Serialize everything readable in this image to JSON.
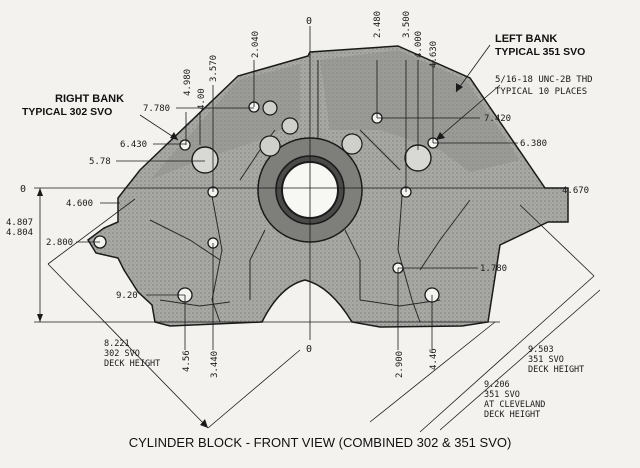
{
  "callouts": {
    "right_bank_1": "RIGHT BANK",
    "right_bank_2": "TYPICAL 302 SVO",
    "left_bank_1": "LEFT BANK",
    "left_bank_2": "TYPICAL 351 SVO",
    "thread_1": "5/16-18 UNC-2B THD",
    "thread_2": "TYPICAL 10 PLACES"
  },
  "dimensions": {
    "d_2040": "2.040",
    "d_4980": "4.980",
    "d_3570": "3.570",
    "d_400_top": "4.00",
    "d_2480": "2.480",
    "d_3500": "3.500",
    "d_4000_top": "4.000",
    "d_4630": "4.630",
    "d_7780": "7.780",
    "d_7420": "7.420",
    "d_6430": "6.430",
    "d_6380": "6.380",
    "d_578": "5.78",
    "d_4670": "4.670",
    "d_4600": "4.600",
    "d_4807": "4.807",
    "d_4804": "4.804",
    "d_2800": "2.800",
    "d_1780": "1.780",
    "d_920": "9.20",
    "d_456": "4.56",
    "d_3440": "3.440",
    "d_2900": "2.900",
    "d_446": "4.46",
    "d_8221": "8.221",
    "d_302": "302 SVO",
    "d_deck": "DECK HEIGHT",
    "d_9503": "9.503",
    "d_351a": "351 SVO",
    "d_deck2": "DECK HEIGHT",
    "d_9206": "9.206",
    "d_351b": "351 SVO",
    "d_cleveland": "AT CLEVELAND",
    "d_deck3": "DECK HEIGHT",
    "o_top": "0",
    "o_left": "0",
    "o_bottom": "0"
  },
  "caption": "CYLINDER BLOCK - FRONT VIEW (COMBINED 302 & 351 SVO)",
  "colors": {
    "ink": "#1a1a1a",
    "body_shade": "#9e9e9a",
    "paper": "#f3f2ee"
  }
}
